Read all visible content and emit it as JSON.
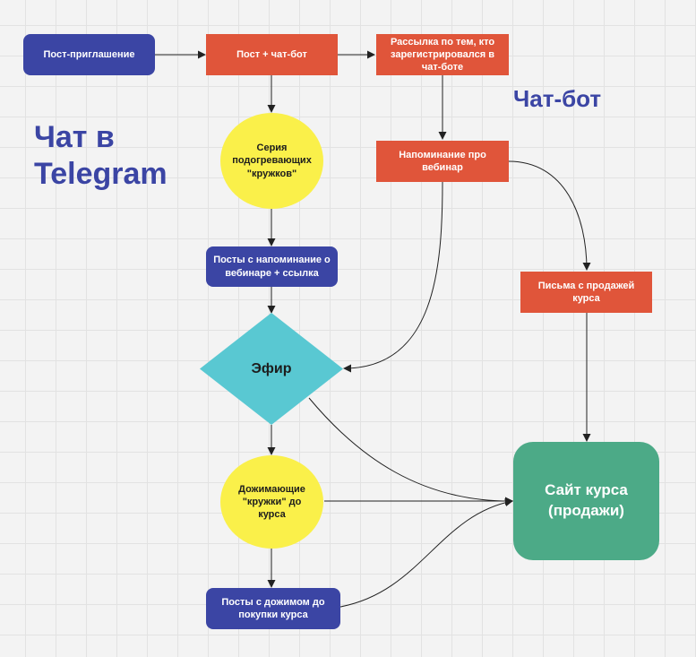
{
  "diagram": {
    "titles": {
      "left": "Чат в\nTelegram",
      "right": "Чат-бот"
    },
    "nodes": {
      "invite_post": "Пост-приглашение",
      "post_chatbot": "Пост + чат-бот",
      "mailing": "Рассылка по тем, кто\nзарегистрировался в\nчат-боте",
      "warmup_circles": "Серия\nподогревающих\n\"кружков\"",
      "webinar_reminder": "Напоминание про\nвебинар",
      "reminder_posts": "Посты с напоминание о\nвебинаре  + ссылка",
      "sales_letters": "Письма с продажей курса",
      "live": "Эфир",
      "closing_circles": "Дожимающие\n\"кружки\" до\nкурса",
      "course_site": "Сайт курса\n(продажи)",
      "closing_posts": "Посты с дожимом до\nпокупки курса"
    },
    "colors": {
      "blue_node": "#3b45a4",
      "red_node": "#e0553a",
      "yellow_node": "#faf04a",
      "teal_diamond": "#59c8d2",
      "green_node": "#4caa87",
      "title_text": "#3b45a4",
      "connector": "#222222"
    }
  }
}
